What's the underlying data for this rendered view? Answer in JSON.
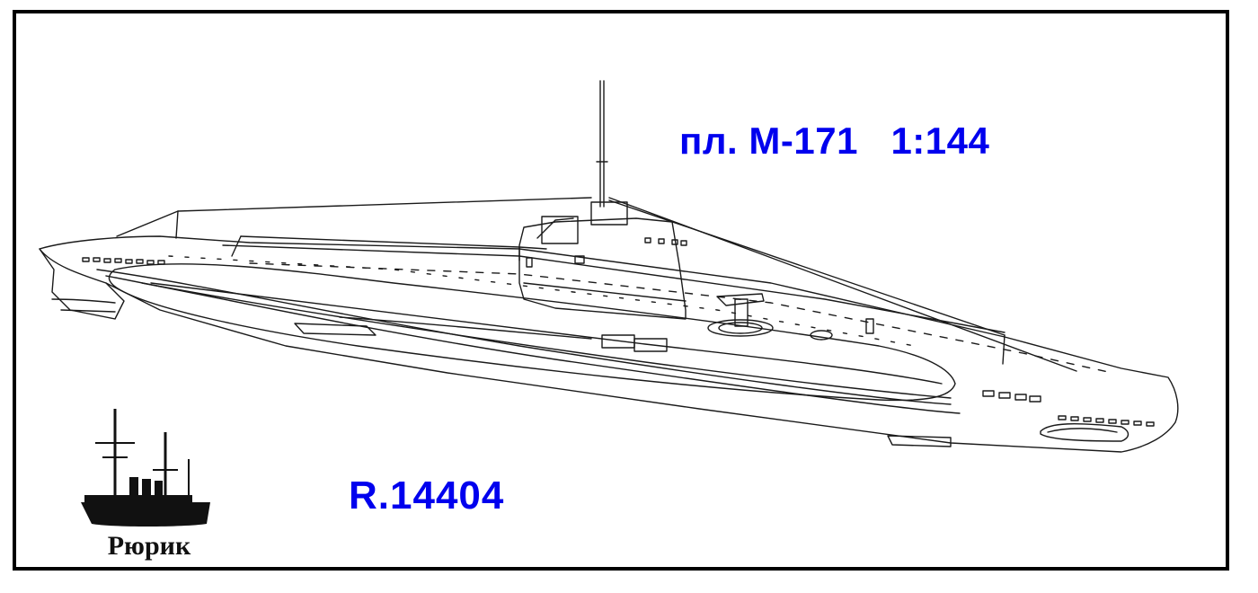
{
  "drawing": {
    "title": "пл. М-171   1:144",
    "code": "R.14404",
    "brand": "Рюрик",
    "colors": {
      "text_accent": "#0000ee",
      "line": "#1a1a1a",
      "frame": "#000000"
    }
  },
  "icons": {
    "submarine": "submarine-line-drawing",
    "logo": "cruiser-silhouette-icon"
  }
}
